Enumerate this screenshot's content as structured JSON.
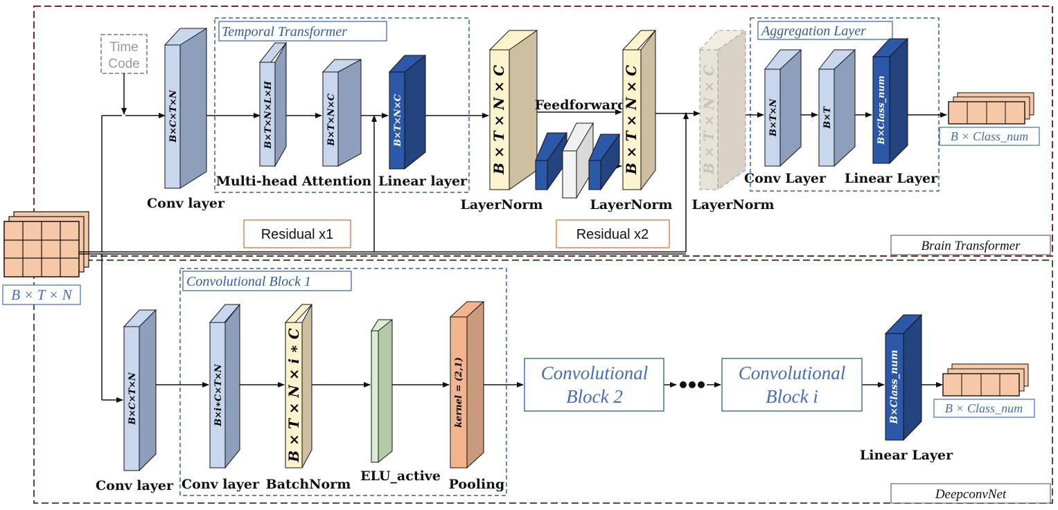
{
  "inputs": {
    "tensor_label": "B × T × N",
    "time_code": [
      "Time",
      "Code"
    ]
  },
  "brain": {
    "frame_label": "Brain Transformer",
    "temporal_title": "Temporal  Transformer",
    "aggregation_title": "Aggregation Layer",
    "conv1_dims": "B×C×T×N",
    "conv1_label": "Conv layer",
    "mha_dims1": "B×T×N×L×H",
    "mha_dims2": "B×T×N×C",
    "mha_label": "Multi-head Attention",
    "linear_dims": "B×T×N×C",
    "linear_label": "Linear layer",
    "ln1_dims": "B × T × N × C",
    "ln1_label": "LayerNorm",
    "ff_label": "Feedforward",
    "ln2_dims": "B × T × N × C",
    "ln2_label": "LayerNorm",
    "ln3_dims": "B × T × N × C",
    "ln3_label": "LayerNorm",
    "residual1": "Residual x1",
    "residual2": "Residual x2",
    "agg_conv_dims": "B×T×N",
    "agg_conv_label": "Conv Layer",
    "agg_mid_dims": "B×T",
    "agg_lin_dims": "B×Class_num",
    "agg_lin_label": "Linear Layer",
    "output_label": "B × Class_num"
  },
  "deep": {
    "frame_label": "DeepconvNet",
    "block1_title": "Convolutional Block 1",
    "conv0_dims": "B×C×T×N",
    "conv0_label": "Conv layer",
    "conv1_dims": "B×i∗C×T×N",
    "conv1_label": "Conv layer",
    "bn_dims": "B × T × N × i ∗ C",
    "bn_label": "BatchNorm",
    "elu_label": "ELU_active",
    "pool_dims": "kernel = (2,1)",
    "pool_label": "Pooling",
    "block2": [
      "Convolutional",
      "Block 2"
    ],
    "blocki": [
      "Convolutional",
      "Block i"
    ],
    "lin_dims": "B×Class_num",
    "lin_label": "Linear Layer",
    "output_label": "B × Class_num"
  },
  "colors": {
    "steel": "#8e9fbd",
    "steel_front": "#c8d6ee",
    "navy": "#23447f",
    "navy_front": "#2b58a8",
    "beige": "#cdbf9f",
    "beige_front": "#fdf3cc",
    "green": "#b3c9a8",
    "green_front": "#dcebd4",
    "salmon": "#c99a7c",
    "salmon_front": "#f2b48c",
    "frame_red": "#7a2626",
    "frame_green": "#3e5a35",
    "dash_blue": "#2e5ea8"
  }
}
